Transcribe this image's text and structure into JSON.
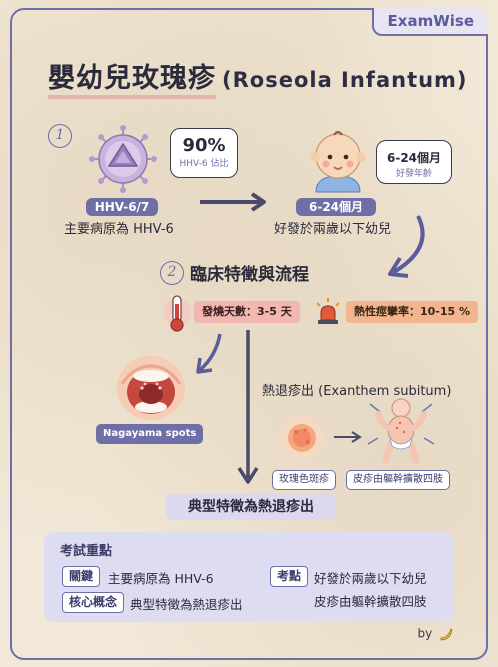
{
  "brand": "ExamWise",
  "title": {
    "cjk": "嬰幼兒玫瑰疹",
    "en": "(Roseola Infantum)"
  },
  "step1": {
    "number": "1",
    "virus_tag": "HHV-6/7",
    "virus_label": "主要病原為 HHV-6",
    "bubble_value": "90%",
    "bubble_caption": "HHV-6 佔比",
    "age_tag": "6-24個月",
    "age_label": "好發於兩歲以下幼兒",
    "age_bubble_value": "6-24個月",
    "age_bubble_caption": "好發年齡"
  },
  "step2": {
    "number": "2",
    "title": "臨床特徵與流程",
    "fever": "發燒天數：3-5 天",
    "seizure": "熱性痙攣率：10-15 %",
    "nagayama": "Nagayama spots",
    "exanthem_title": "熱退疹出 (Exanthem subitum)",
    "rash_tag": "玫瑰色斑疹",
    "spread_tag": "皮疹由軀幹擴散四肢",
    "result": "典型特徵為熱退疹出"
  },
  "exam": {
    "title": "考試重點",
    "items": [
      {
        "tag": "關鍵",
        "text": "主要病原為 HHV-6"
      },
      {
        "tag": "核心概念",
        "text": "典型特徵為熱退疹出"
      },
      {
        "tag": "考點",
        "text": "好發於兩歲以下幼兒"
      },
      {
        "tag": "",
        "text": "皮疹由軀幹擴散四肢"
      }
    ]
  },
  "footer": {
    "by": "by"
  },
  "colors": {
    "accent": "#6e6fa6",
    "fever": "#f1b7b0",
    "seizure": "#f3b58e",
    "panel": "#dedcf0"
  }
}
